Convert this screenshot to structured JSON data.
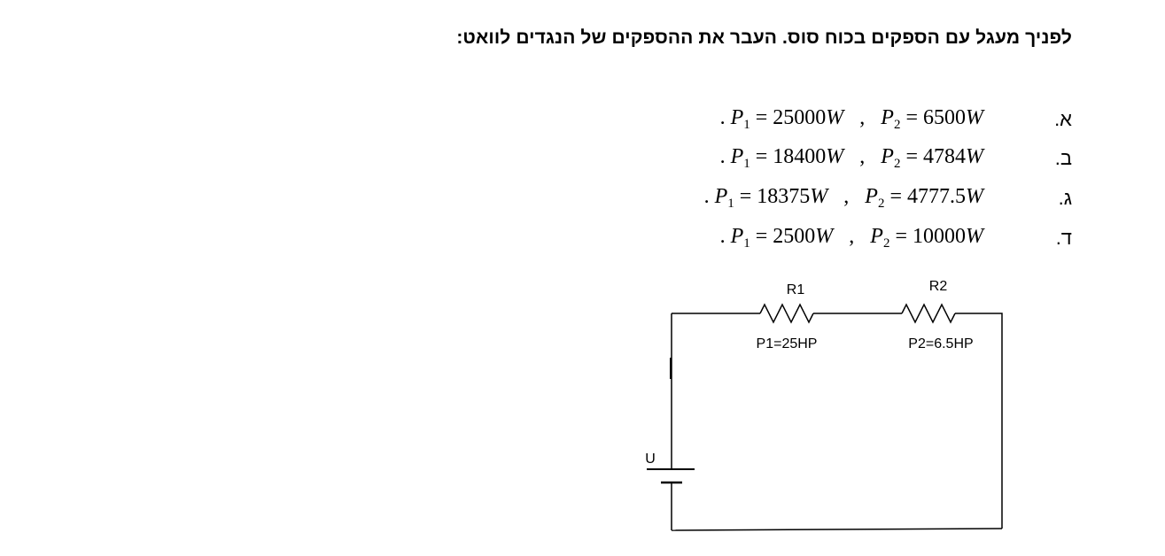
{
  "question": "לפניך מעגל עם הספקים בכוח סוס. העבר את ההספקים של הנגדים לוואט:",
  "options": [
    {
      "letter": "א.",
      "p1_value": "25000",
      "p2_value": "6500"
    },
    {
      "letter": "ב.",
      "p1_value": "18400",
      "p2_value": "4784"
    },
    {
      "letter": "ג.",
      "p1_value": "18375",
      "p2_value": "4777.5"
    },
    {
      "letter": "ד.",
      "p1_value": "2500",
      "p2_value": "10000"
    }
  ],
  "math": {
    "p_symbol": "P",
    "sub1": "1",
    "sub2": "2",
    "equals": " = ",
    "unit": "W",
    "comma": ",",
    "dot": "."
  },
  "circuit": {
    "r1_label": "R1",
    "r2_label": "R2",
    "r1_power": "P1=25HP",
    "r2_power": "P2=6.5HP",
    "source_label": "U"
  }
}
